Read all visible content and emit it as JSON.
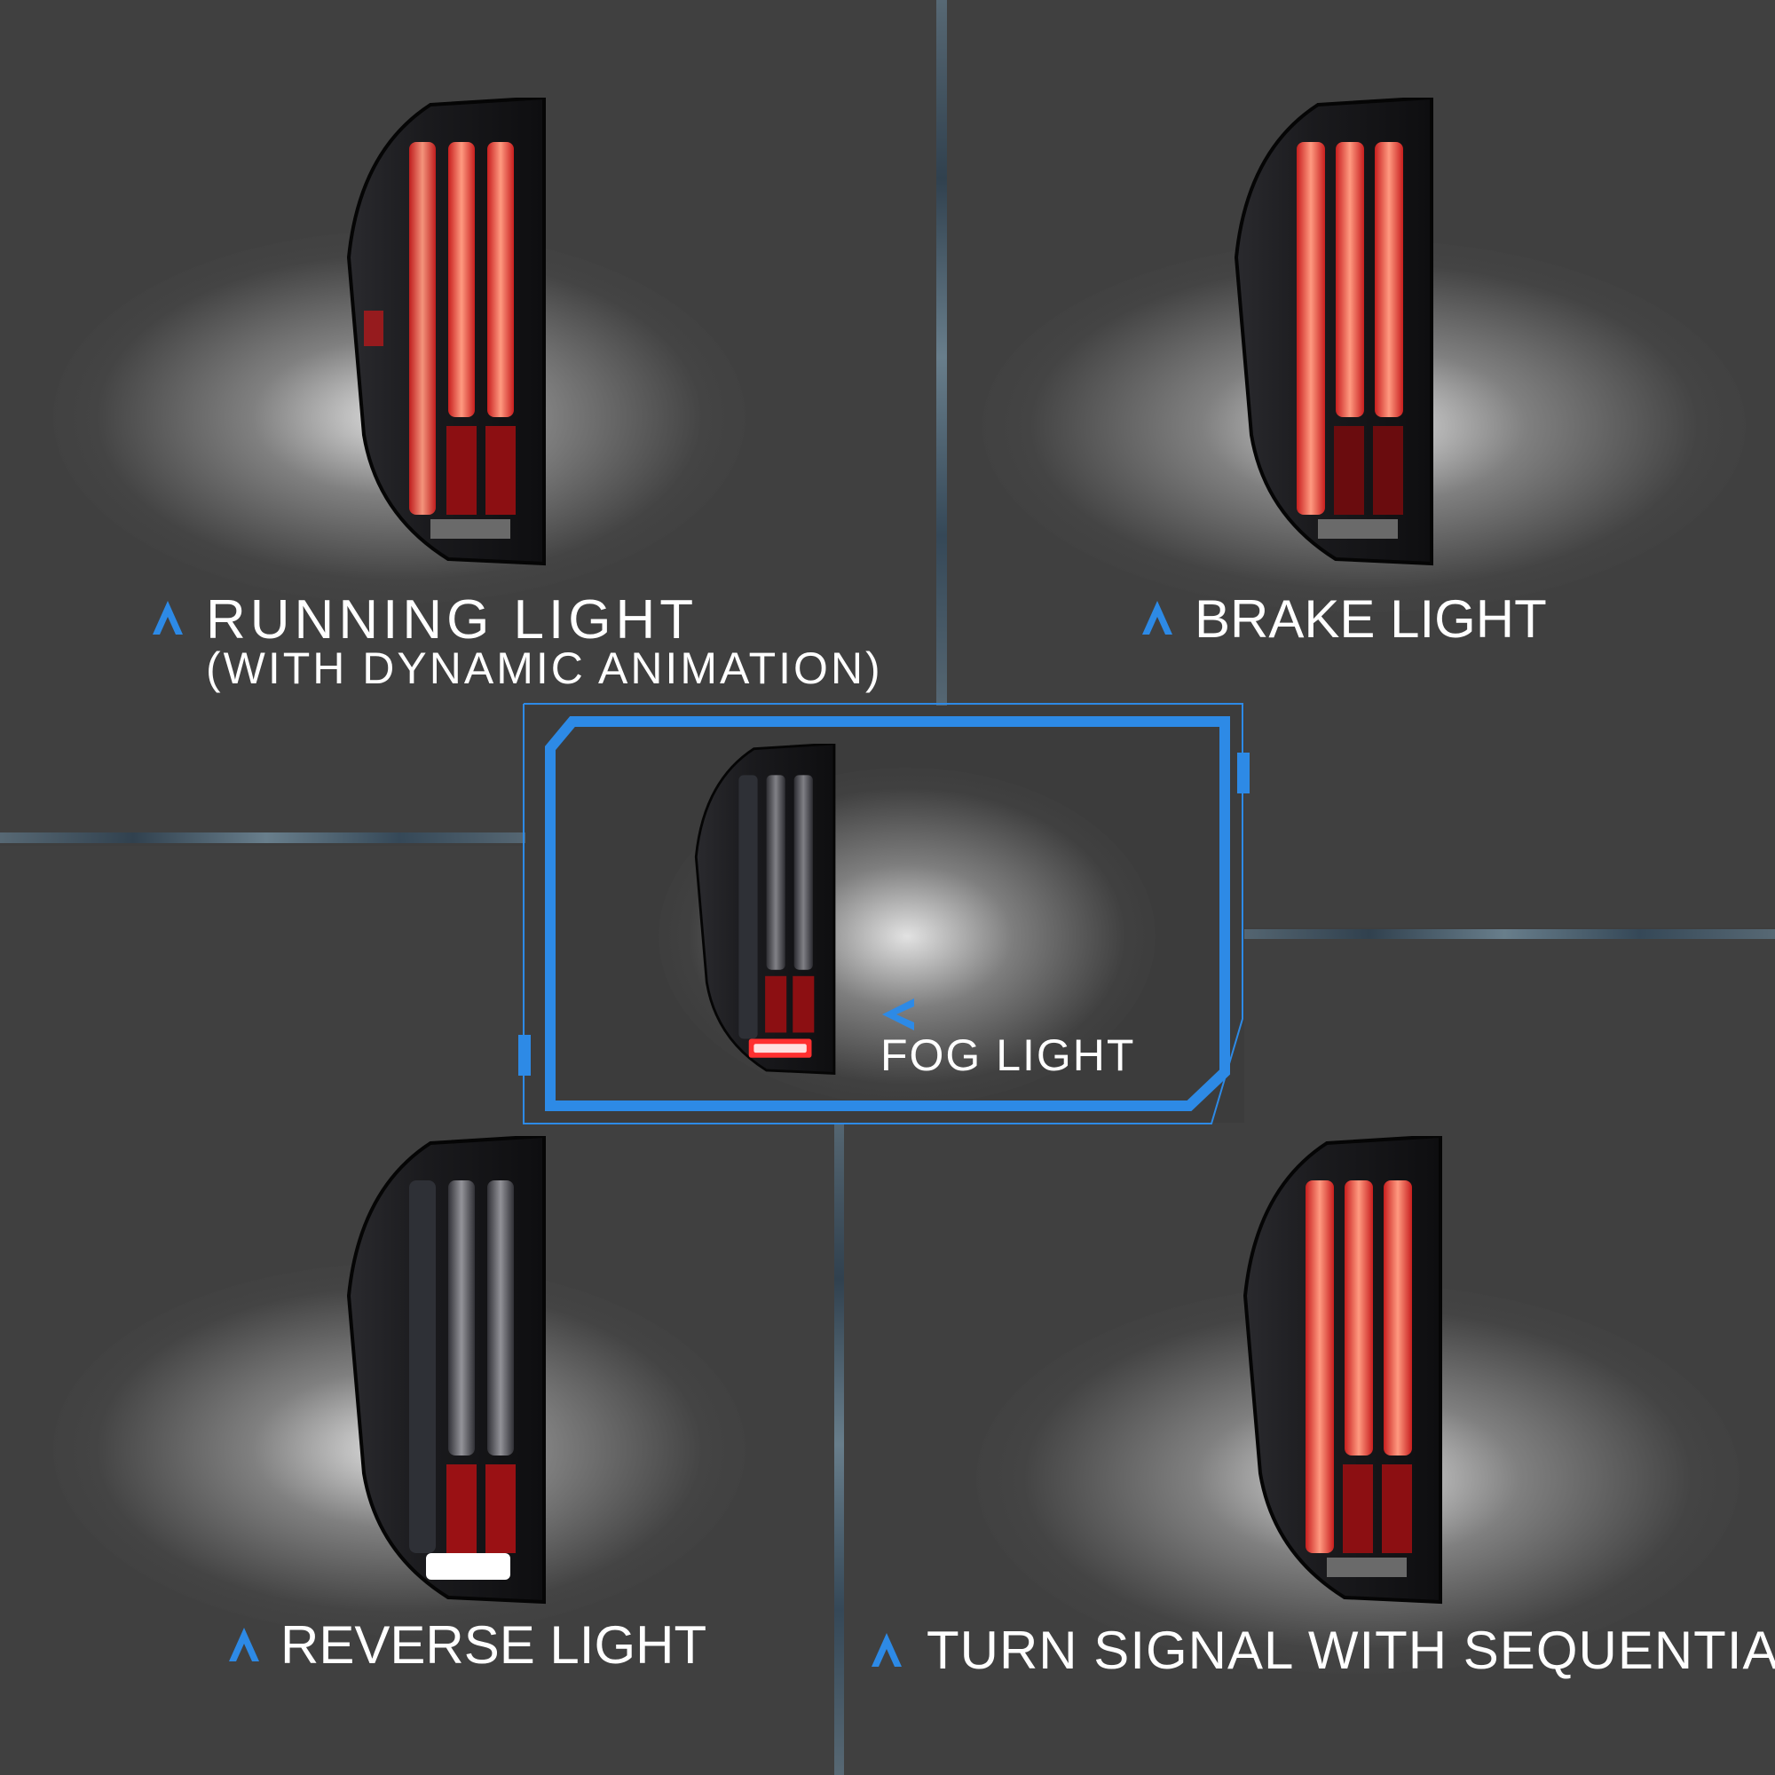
{
  "colors": {
    "accent_blue": "#2d8ae6",
    "background": "#404040",
    "divider": "#4a6070",
    "led_red": "#e8322a",
    "led_white": "#ffffff"
  },
  "panels": {
    "running": {
      "title": "RUNNING LIGHT",
      "subtitle": "(WITH DYNAMIC ANIMATION)",
      "icon": "chevron-up-icon"
    },
    "brake": {
      "title": "BRAKE LIGHT",
      "icon": "chevron-up-icon"
    },
    "fog": {
      "title": "FOG LIGHT",
      "icon": "chevron-left-icon"
    },
    "reverse": {
      "title": "REVERSE LIGHT",
      "icon": "chevron-up-icon"
    },
    "turn": {
      "title": "TURN SIGNAL WITH SEQUENTIAL",
      "icon": "chevron-up-icon"
    }
  }
}
